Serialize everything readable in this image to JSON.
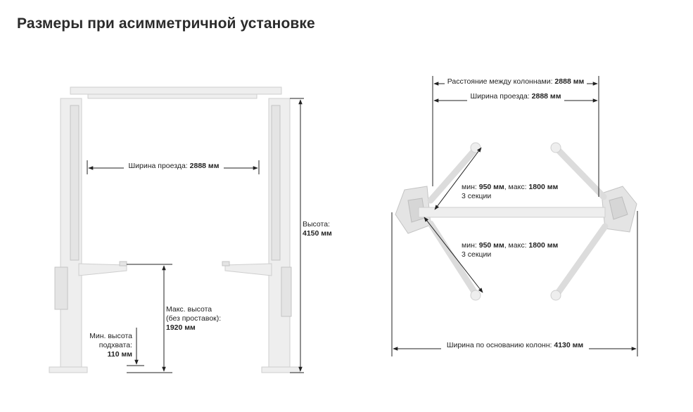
{
  "title": "Размеры при асимметричной установке",
  "front_view": {
    "drive_width": {
      "label": "Ширина проезда:",
      "value": "2888 мм"
    },
    "height": {
      "label": "Высота:",
      "value": "4150 мм"
    },
    "max_height": {
      "line1": "Макс. высота",
      "line2": "(без проставок):",
      "value": "1920 мм"
    },
    "min_height": {
      "line1": "Мин. высота",
      "line2": "подхвата:",
      "value": "110 мм"
    }
  },
  "top_view": {
    "column_distance": {
      "label": "Расстояние между колоннами:",
      "value": "2888 мм"
    },
    "drive_width": {
      "label": "Ширина проезда:",
      "value": "2888 мм"
    },
    "arm_upper": {
      "min_label": "мин:",
      "min_value": "950 мм",
      "max_label": ", макс:",
      "max_value": "1800 мм",
      "sections": "3 секции"
    },
    "arm_lower": {
      "min_label": "мин:",
      "min_value": "950 мм",
      "max_label": ", макс:",
      "max_value": "1800 мм",
      "sections": "3 секции"
    },
    "base_width": {
      "label": "Ширина по основанию колонн:",
      "value": "4130 мм"
    }
  }
}
